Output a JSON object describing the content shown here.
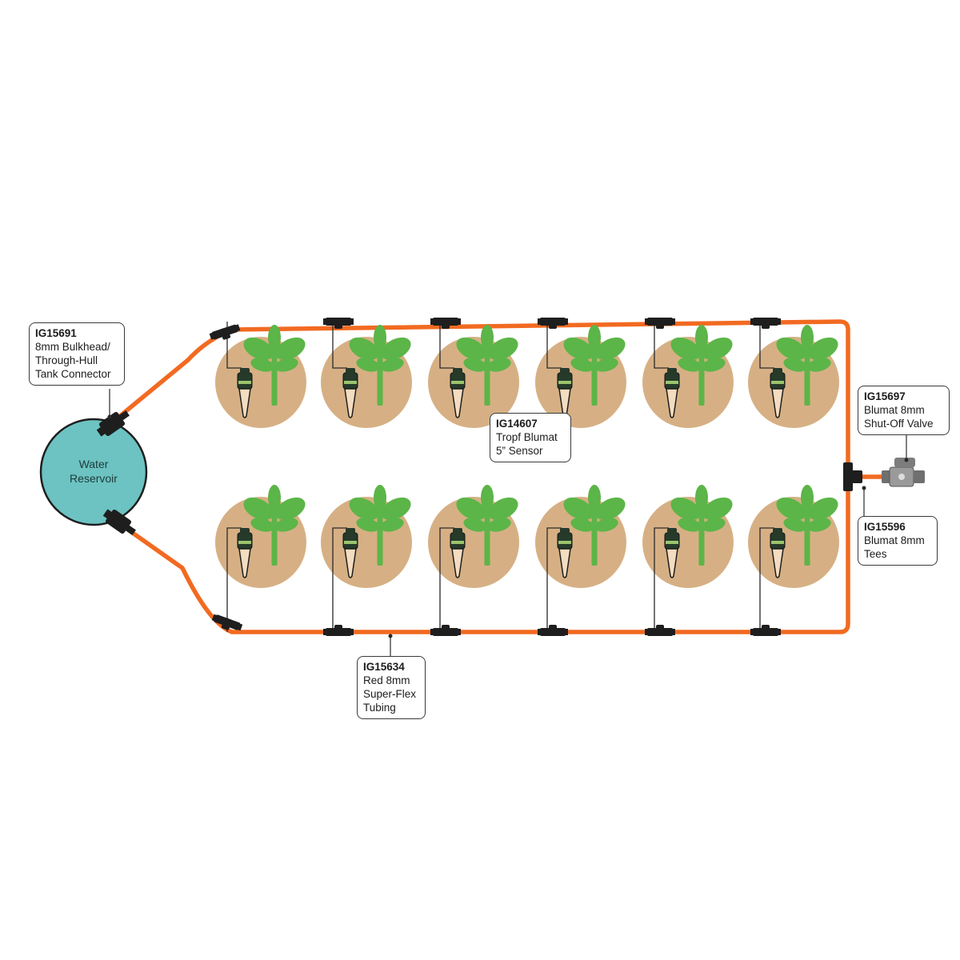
{
  "reservoir": {
    "label_line1": "Water",
    "label_line2": "Reservoir"
  },
  "callouts": {
    "tank_connector": {
      "code": "IG15691",
      "lines": [
        "8mm Bulkhead/",
        "Through-Hull",
        "Tank Connector"
      ]
    },
    "sensor": {
      "code": "IG14607",
      "lines": [
        "Tropf Blumat",
        "5” Sensor"
      ]
    },
    "shutoff_valve": {
      "code": "IG15697",
      "lines": [
        "Blumat 8mm",
        "Shut-Off Valve"
      ]
    },
    "tees": {
      "code": "IG15596",
      "lines": [
        "Blumat 8mm",
        "Tees"
      ]
    },
    "tubing": {
      "code": "IG15634",
      "lines": [
        "Red 8mm",
        "Super-Flex",
        "Tubing"
      ]
    }
  },
  "layout_counts": {
    "plants_top_row": 6,
    "plants_bottom_row": 6
  },
  "colors": {
    "tubing": "#f26a21",
    "reservoir": "#6cc3c2",
    "soil": "#d6b084",
    "leaf": "#5cb548",
    "fitting": "#1e1e1e",
    "sensor_cone": "#f4dcc0",
    "valve": "#8d8d8d"
  }
}
